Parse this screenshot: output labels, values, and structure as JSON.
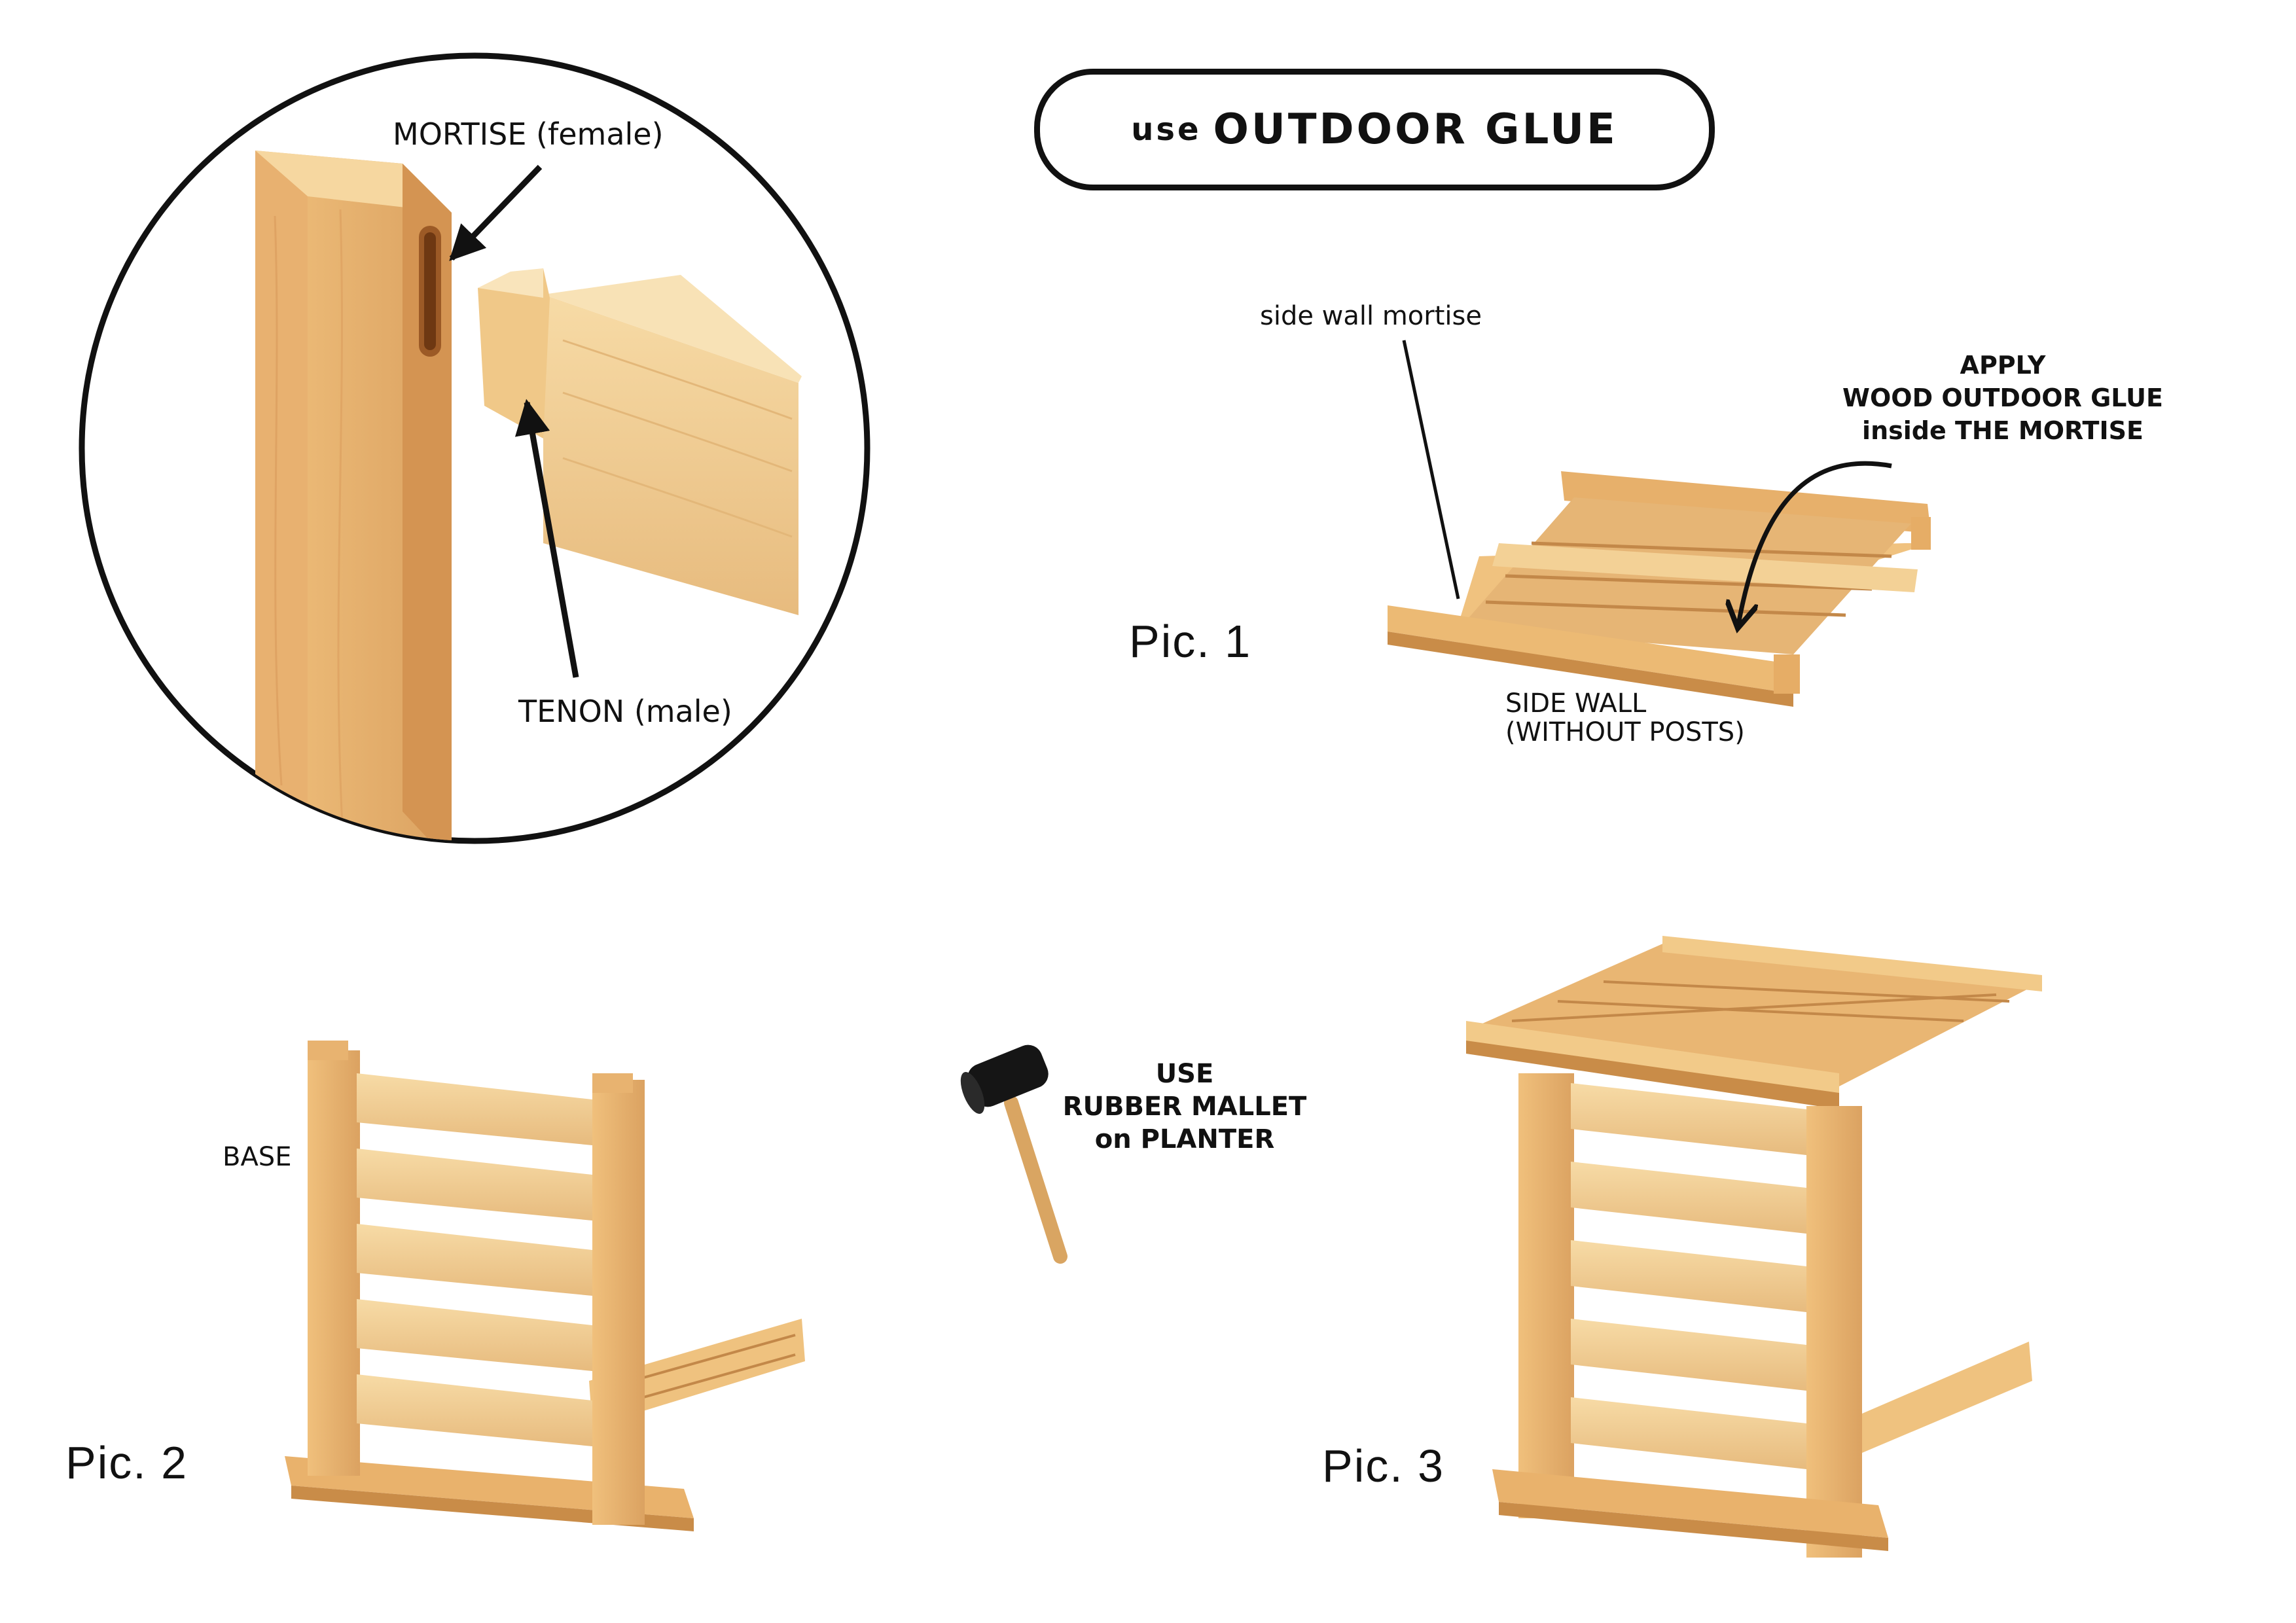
{
  "glue_badge": {
    "prefix": "use",
    "main": "OUTDOOR GLUE"
  },
  "joint_detail": {
    "mortise_label": "MORTISE (female)",
    "tenon_label": "TENON (male)"
  },
  "pic1": {
    "caption": "Pic. 1",
    "mortise_callout": "side wall mortise",
    "glue_instruction": [
      "APPLY",
      "WOOD OUTDOOR GLUE",
      "inside THE MORTISE"
    ],
    "side_wall_label": [
      "SIDE WALL",
      "(WITHOUT POSTS)"
    ]
  },
  "mallet": {
    "instruction": [
      "USE",
      "RUBBER MALLET",
      "on PLANTER"
    ]
  },
  "pic2": {
    "caption": "Pic. 2",
    "base_label": "BASE"
  },
  "pic3": {
    "caption": "Pic. 3"
  },
  "colors": {
    "wood_light": "#f3cc8a",
    "wood_mid": "#e0a45e",
    "wood_dark": "#b9783a",
    "ink": "#111111"
  }
}
